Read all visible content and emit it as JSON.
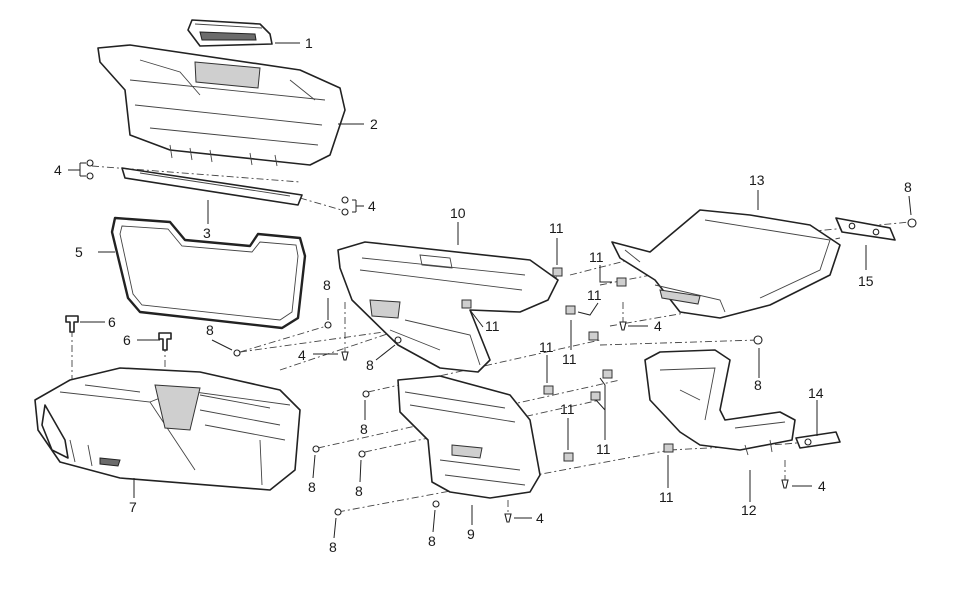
{
  "diagram": {
    "callouts": [
      {
        "id": "c1",
        "text": "1"
      },
      {
        "id": "c2",
        "text": "2"
      },
      {
        "id": "c3",
        "text": "3"
      },
      {
        "id": "c4a",
        "text": "4"
      },
      {
        "id": "c4b",
        "text": "4"
      },
      {
        "id": "c4c",
        "text": "4"
      },
      {
        "id": "c4d",
        "text": "4"
      },
      {
        "id": "c4e",
        "text": "4"
      },
      {
        "id": "c4f",
        "text": "4"
      },
      {
        "id": "c5",
        "text": "5"
      },
      {
        "id": "c6a",
        "text": "6"
      },
      {
        "id": "c6b",
        "text": "6"
      },
      {
        "id": "c7",
        "text": "7"
      },
      {
        "id": "c8a",
        "text": "8"
      },
      {
        "id": "c8b",
        "text": "8"
      },
      {
        "id": "c8c",
        "text": "8"
      },
      {
        "id": "c8d",
        "text": "8"
      },
      {
        "id": "c8e",
        "text": "8"
      },
      {
        "id": "c8f",
        "text": "8"
      },
      {
        "id": "c8g",
        "text": "8"
      },
      {
        "id": "c8h",
        "text": "8"
      },
      {
        "id": "c8i",
        "text": "8"
      },
      {
        "id": "c8j",
        "text": "8"
      },
      {
        "id": "c9",
        "text": "9"
      },
      {
        "id": "c10",
        "text": "10"
      },
      {
        "id": "c11a",
        "text": "11"
      },
      {
        "id": "c11b",
        "text": "11"
      },
      {
        "id": "c11c",
        "text": "11"
      },
      {
        "id": "c11d",
        "text": "11"
      },
      {
        "id": "c11e",
        "text": "11"
      },
      {
        "id": "c11f",
        "text": "11"
      },
      {
        "id": "c11g",
        "text": "11"
      },
      {
        "id": "c11h",
        "text": "11"
      },
      {
        "id": "c11i",
        "text": "11"
      },
      {
        "id": "c12",
        "text": "12"
      },
      {
        "id": "c13",
        "text": "13"
      },
      {
        "id": "c14",
        "text": "14"
      },
      {
        "id": "c15",
        "text": "15"
      }
    ]
  }
}
